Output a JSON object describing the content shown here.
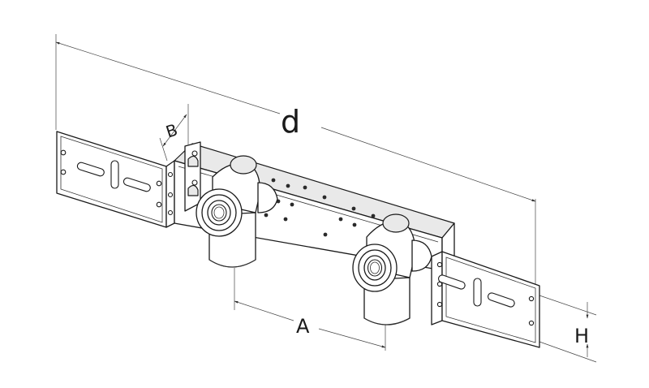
{
  "dimension_labels": {
    "overall_width": "d",
    "bracket_depth": "B",
    "outlet_spacing": "A",
    "plate_height": "H"
  },
  "colors": {
    "line": "#1a1a1a",
    "shade": "#e9e9e9",
    "background": "#ffffff"
  }
}
